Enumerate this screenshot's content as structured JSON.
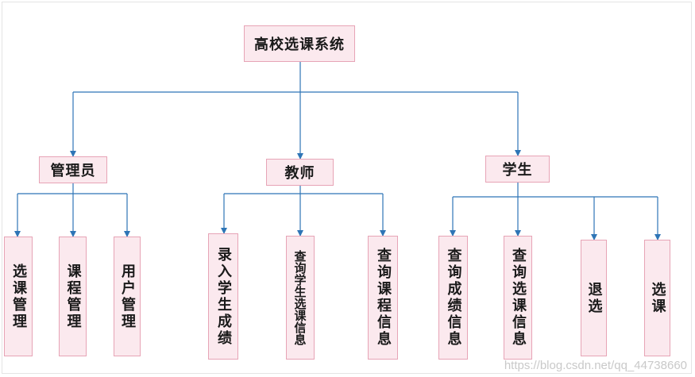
{
  "root": {
    "label": "高校选课系统"
  },
  "roles": [
    {
      "label": "管理员",
      "children": [
        "选课管理",
        "课程管理",
        "用户管理"
      ]
    },
    {
      "label": "教师",
      "children": [
        "录入学生成绩",
        "查询学生选课信息",
        "查询课程信息"
      ]
    },
    {
      "label": "学生",
      "children": [
        "查询成绩信息",
        "查询选课信息",
        "退选",
        "选课"
      ]
    }
  ],
  "colors": {
    "node_fill": "#fbe9ee",
    "node_border": "#e7a4b6",
    "connector": "#2e75b6"
  },
  "watermark": "https://blog.csdn.net/qq_44738660"
}
